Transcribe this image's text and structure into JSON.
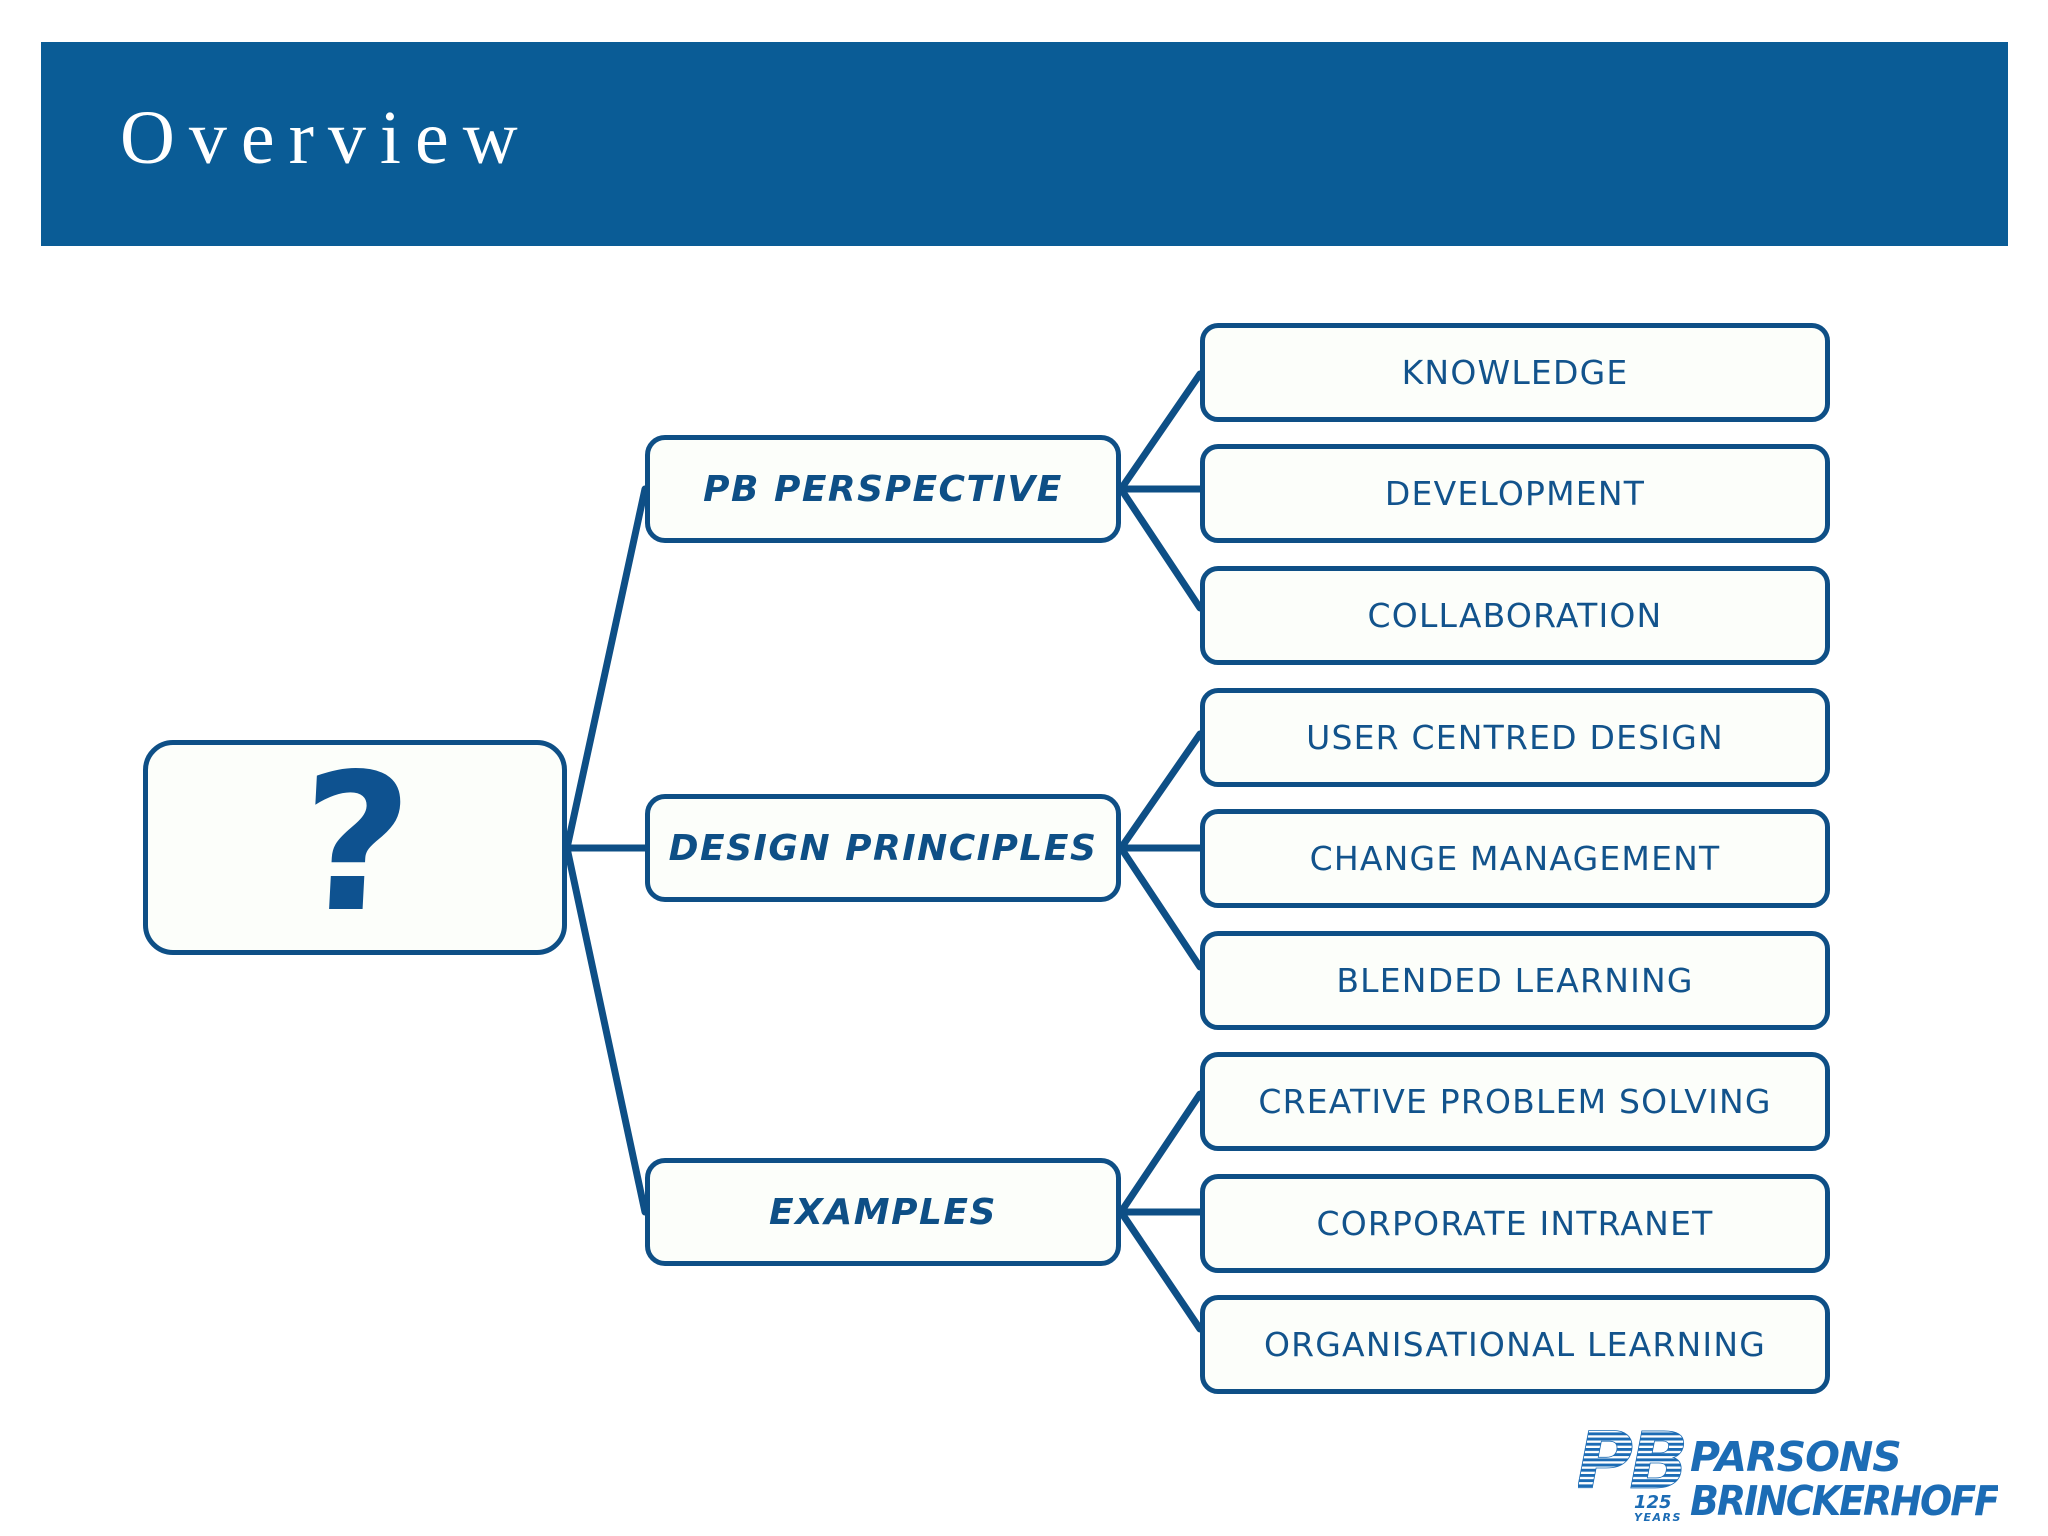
{
  "slide": {
    "title": "Overview",
    "accent_color": "#0A5C96",
    "line_color": "#0E4F86",
    "box_fill": "#FCFEFA"
  },
  "diagram": {
    "type": "mind-map",
    "root": {
      "icon": "question-mark",
      "label": "?"
    },
    "branches": [
      {
        "label": "PB PERSPECTIVE",
        "leaves": [
          {
            "label": "KNOWLEDGE"
          },
          {
            "label": "DEVELOPMENT"
          },
          {
            "label": "COLLABORATION"
          }
        ]
      },
      {
        "label": "DESIGN PRINCIPLES",
        "leaves": [
          {
            "label": "USER CENTRED DESIGN"
          },
          {
            "label": "CHANGE MANAGEMENT"
          },
          {
            "label": "BLENDED LEARNING"
          }
        ]
      },
      {
        "label": "EXAMPLES",
        "leaves": [
          {
            "label": "CREATIVE PROBLEM SOLVING"
          },
          {
            "label": "CORPORATE INTRANET"
          },
          {
            "label": "ORGANISATIONAL LEARNING"
          }
        ]
      }
    ]
  },
  "logo": {
    "monogram": "PB",
    "anniversary_number": "125",
    "anniversary_word": "YEARS",
    "name_line_1": "PARSONS",
    "name_line_2": "BRINCKERHOFF",
    "color": "#1C6CB5"
  }
}
